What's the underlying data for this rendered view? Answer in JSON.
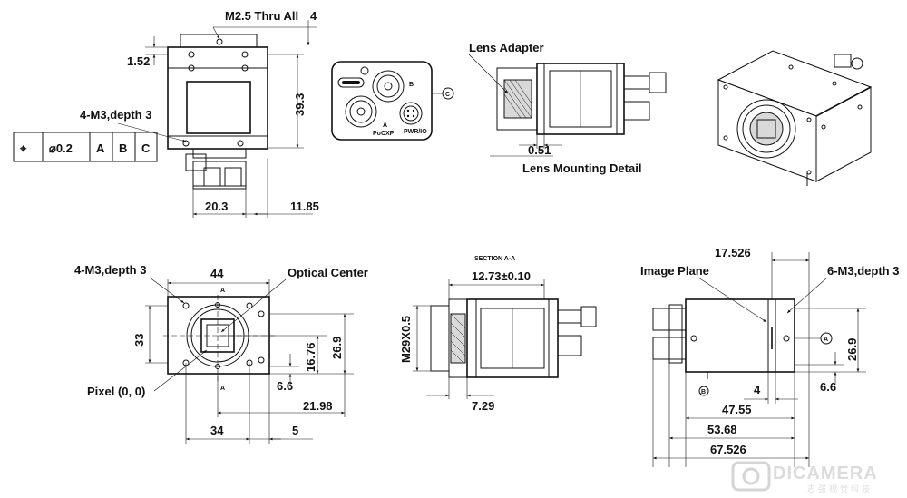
{
  "labels": {
    "m25_thru_all": "M2.5 Thru All",
    "m3_depth3_front": "4-M3,depth 3",
    "m3_depth3_face": "4-M3,depth 3",
    "m3_depth3_side": "6-M3,depth 3",
    "lens_adapter": "Lens Adapter",
    "lens_mounting_detail": "Lens Mounting Detail",
    "optical_center": "Optical Center",
    "pixel_origin": "Pixel (0, 0)",
    "section_aa": "SECTION A-A",
    "image_plane": "Image Plane",
    "m29": "M29X0.5",
    "port_b": "B",
    "port_a": "A",
    "port_poexp": "PoCXP",
    "port_pwrio": "PWR/IO",
    "datum_c": "C",
    "datum_a": "A",
    "datum_b": "B",
    "section_mark_a": "A"
  },
  "tolerance_frame": {
    "symbol": "⌖",
    "value": "⌀0.2",
    "datums": [
      "A",
      "B",
      "C"
    ]
  },
  "dims": {
    "d4": "4",
    "d152": "1.52",
    "d393": "39.3",
    "d203": "20.3",
    "d1185": "11.85",
    "d051": "0.51",
    "d44": "44",
    "d33": "33",
    "d1676": "16.76",
    "d269a": "26.9",
    "d66a": "6.6",
    "d2198": "21.98",
    "d34": "34",
    "d5": "5",
    "d1273": "12.73±0.10",
    "d729": "7.29",
    "d17526": "17.526",
    "d269b": "26.9",
    "d66b": "6.6",
    "d4b": "4",
    "d4755": "47.55",
    "d5368": "53.68",
    "d67526": "67.526"
  },
  "watermark": {
    "brand": "DICAMERA",
    "sub": "志强视觉科技"
  }
}
